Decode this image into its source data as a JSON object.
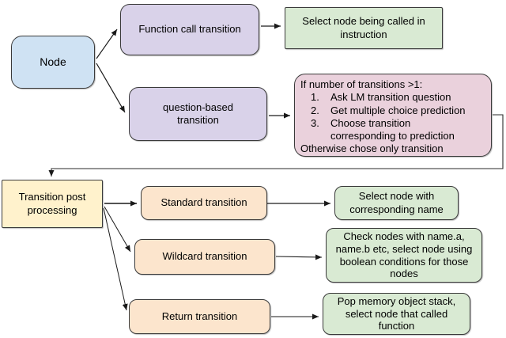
{
  "canvas": {
    "background": "#ffffff",
    "border_color": "#3a3a3a",
    "arrow_color": "#1a1a1a"
  },
  "boxes": {
    "node": {
      "label": "Node",
      "fill": "#cfe2f3"
    },
    "function_call": {
      "label": "Function call transition",
      "fill": "#d9d2e9"
    },
    "select_called": {
      "label": "Select node being called in instruction",
      "fill": "#d9ead3"
    },
    "question_based": {
      "label": "question-based transition",
      "fill": "#d9d2e9"
    },
    "decision": {
      "fill": "#ead1dc",
      "header": "If number of transitions >1:",
      "steps": [
        {
          "num": "1.",
          "text": "Ask LM transition question"
        },
        {
          "num": "2.",
          "text": "Get multiple choice prediction"
        },
        {
          "num": "3.",
          "text": "Choose transition\ncorresponding to prediction"
        }
      ],
      "footer": "Otherwise chose only transition"
    },
    "post_processing": {
      "label": "Transition post processing",
      "fill": "#fff2cc"
    },
    "standard": {
      "label": "Standard transition",
      "fill": "#fce5cd"
    },
    "select_corresponding": {
      "label": "Select node with corresponding name",
      "fill": "#d9ead3"
    },
    "check_nodes": {
      "label": "Check nodes with name.a, name.b etc, select node using boolean conditions for those nodes",
      "fill": "#d9ead3"
    },
    "wildcard": {
      "label": "Wildcard transition",
      "fill": "#fce5cd"
    },
    "return_transition": {
      "label": "Return transition",
      "fill": "#fce5cd"
    },
    "pop_memory": {
      "label": "Pop memory object stack, select node that called function",
      "fill": "#d9ead3"
    }
  }
}
